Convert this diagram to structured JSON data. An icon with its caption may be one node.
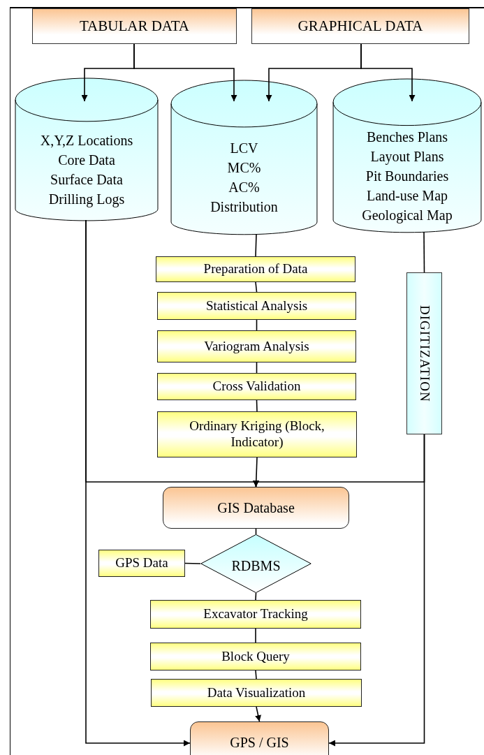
{
  "diagram": {
    "nodes": [
      {
        "text": [
          "TABULAR DATA"
        ]
      },
      {
        "text": [
          "GRAPHICAL DATA"
        ]
      },
      {
        "text": [
          "X,Y,Z Locations",
          "Core Data",
          "Surface Data",
          "Drilling Logs"
        ]
      },
      {
        "text": [
          "LCV",
          "MC%",
          "AC%",
          "Distribution"
        ]
      },
      {
        "text": [
          "Benches Plans",
          "Layout Plans",
          "Pit Boundaries",
          "Land-use Map",
          "Geological Map"
        ]
      },
      {
        "text": [
          "Preparation of Data"
        ]
      },
      {
        "text": [
          "Statistical Analysis"
        ]
      },
      {
        "text": [
          "Variogram Analysis"
        ]
      },
      {
        "text": [
          "Cross Validation"
        ]
      },
      {
        "text": [
          "Ordinary Kriging (Block, Indicator)"
        ]
      },
      {
        "text": [
          "DIGITIZATION"
        ]
      },
      {
        "text": [
          "GIS Database"
        ]
      },
      {
        "text": [
          "GPS Data"
        ]
      },
      {
        "text": [
          "RDBMS"
        ]
      },
      {
        "text": [
          "Excavator Tracking"
        ]
      },
      {
        "text": [
          "Block Query"
        ]
      },
      {
        "text": [
          "Data Visualization"
        ]
      },
      {
        "text": [
          "GPS / GIS"
        ]
      }
    ],
    "edges": [
      {
        "from": 0,
        "to": 2,
        "arrow": "to"
      },
      {
        "from": 0,
        "to": 3,
        "arrow": "to"
      },
      {
        "from": 1,
        "to": 3,
        "arrow": "to"
      },
      {
        "from": 1,
        "to": 4,
        "arrow": "to"
      },
      {
        "from": 3,
        "to": 5,
        "arrow": "none"
      },
      {
        "from": 5,
        "to": 6,
        "arrow": "none"
      },
      {
        "from": 6,
        "to": 7,
        "arrow": "none"
      },
      {
        "from": 7,
        "to": 8,
        "arrow": "none"
      },
      {
        "from": 8,
        "to": 9,
        "arrow": "none"
      },
      {
        "from": 9,
        "to": 11,
        "arrow": "none"
      },
      {
        "from": 2,
        "to": 11,
        "arrow": "to"
      },
      {
        "from": 4,
        "to": 10,
        "arrow": "none"
      },
      {
        "from": 10,
        "to": 11,
        "arrow": "to"
      },
      {
        "from": 2,
        "to": 17,
        "arrow": "to"
      },
      {
        "from": 10,
        "to": 17,
        "arrow": "to"
      },
      {
        "from": 11,
        "to": 13,
        "arrow": "none"
      },
      {
        "from": 12,
        "to": 13,
        "arrow": "none"
      },
      {
        "from": 13,
        "to": 14,
        "arrow": "none"
      },
      {
        "from": 14,
        "to": 15,
        "arrow": "none"
      },
      {
        "from": 15,
        "to": 16,
        "arrow": "none"
      },
      {
        "from": 16,
        "to": 17,
        "arrow": "to"
      }
    ]
  }
}
